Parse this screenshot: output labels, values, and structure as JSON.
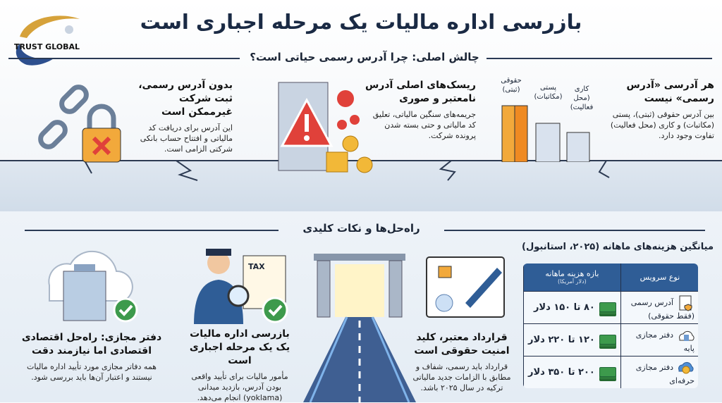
{
  "logo": {
    "text": "TRUST GLOBAL"
  },
  "title": "بازرسی اداره مالیات یک مرحله اجباری است",
  "subtitle": "چالش اصلی: چرا آدرس رسمی حیاتی است؟",
  "challenges": [
    {
      "heading": "هر آدرسی «آدرس رسمی» نیست",
      "body": "بین آدرس حقوقی (ثبتی)، پستی (مکاتبات) و کاری (محل فعالیت) تفاوت وجود دارد.",
      "bar_labels": [
        "حقوقی (ثبتی)",
        "پستی (مکاتبات)",
        "کاری (محل فعالیت)"
      ]
    },
    {
      "heading": "ریسک‌های اصلی آدرس نامعتبر و صوری",
      "body": "جریمه‌های سنگین مالیاتی، تعلیق کد مالیاتی و حتی بسته شدن پرونده شرکت."
    },
    {
      "heading": "بدون آدرس رسمی، ثبت شرکت غیرممکن است",
      "body": "این آدرس برای دریافت کد مالیاتی و افتتاح حساب بانکی شرکتی الزامی است."
    }
  ],
  "solutions_heading": "راه‌حل‌ها و نکات کلیدی",
  "solutions": [
    {
      "heading": "قرارداد معتبر، کلید امنیت حقوقی است",
      "body": "قرارداد باید رسمی، شفاف و مطابق با الزامات جدید مالیاتی ترکیه در سال ۲۰۲۵ باشد."
    },
    {
      "heading": "بازرسی اداره مالیات یک یک مرحله اجباری است",
      "body": "مأمور مالیات برای تأیید واقعی بودن آدرس، بازدید میدانی (yoklama) انجام می‌دهد.",
      "icon_text": "TAX"
    },
    {
      "heading": "دفتر مجازی: راه‌حل اقتصادی اقتصادی اما نیازمند دقت",
      "body": "همه دفاتر مجازی مورد تأیید اداره مالیات نیستند و اعتبار آن‌ها باید بررسی شود."
    }
  ],
  "cost_table": {
    "title": "میانگین هزینه‌های ماهانه (۲۰۲۵، استانبول)",
    "headers": {
      "service": "نوع سرویس",
      "range": "بازه هزینه ماهانه",
      "range_unit": "(دلار آمریکا)"
    },
    "rows": [
      {
        "service": "آدرس رسمی (فقط حقوقی)",
        "cost": "۸۰ تا ۱۵۰ دلار",
        "icon": "document-shield-icon"
      },
      {
        "service": "دفتر مجازی پایه",
        "cost": "۱۲۰ تا ۲۲۰ دلار",
        "icon": "cloud-building-icon"
      },
      {
        "service": "دفتر مجازی حرفه‌ای",
        "cost": "۲۰۰ تا ۳۵۰ دلار",
        "icon": "cloud-award-icon"
      }
    ]
  },
  "colors": {
    "navy": "#1a2a44",
    "accent_blue": "#2f5d96",
    "gold": "#f2a93b",
    "red": "#e0413a",
    "green": "#3d9a4c"
  }
}
